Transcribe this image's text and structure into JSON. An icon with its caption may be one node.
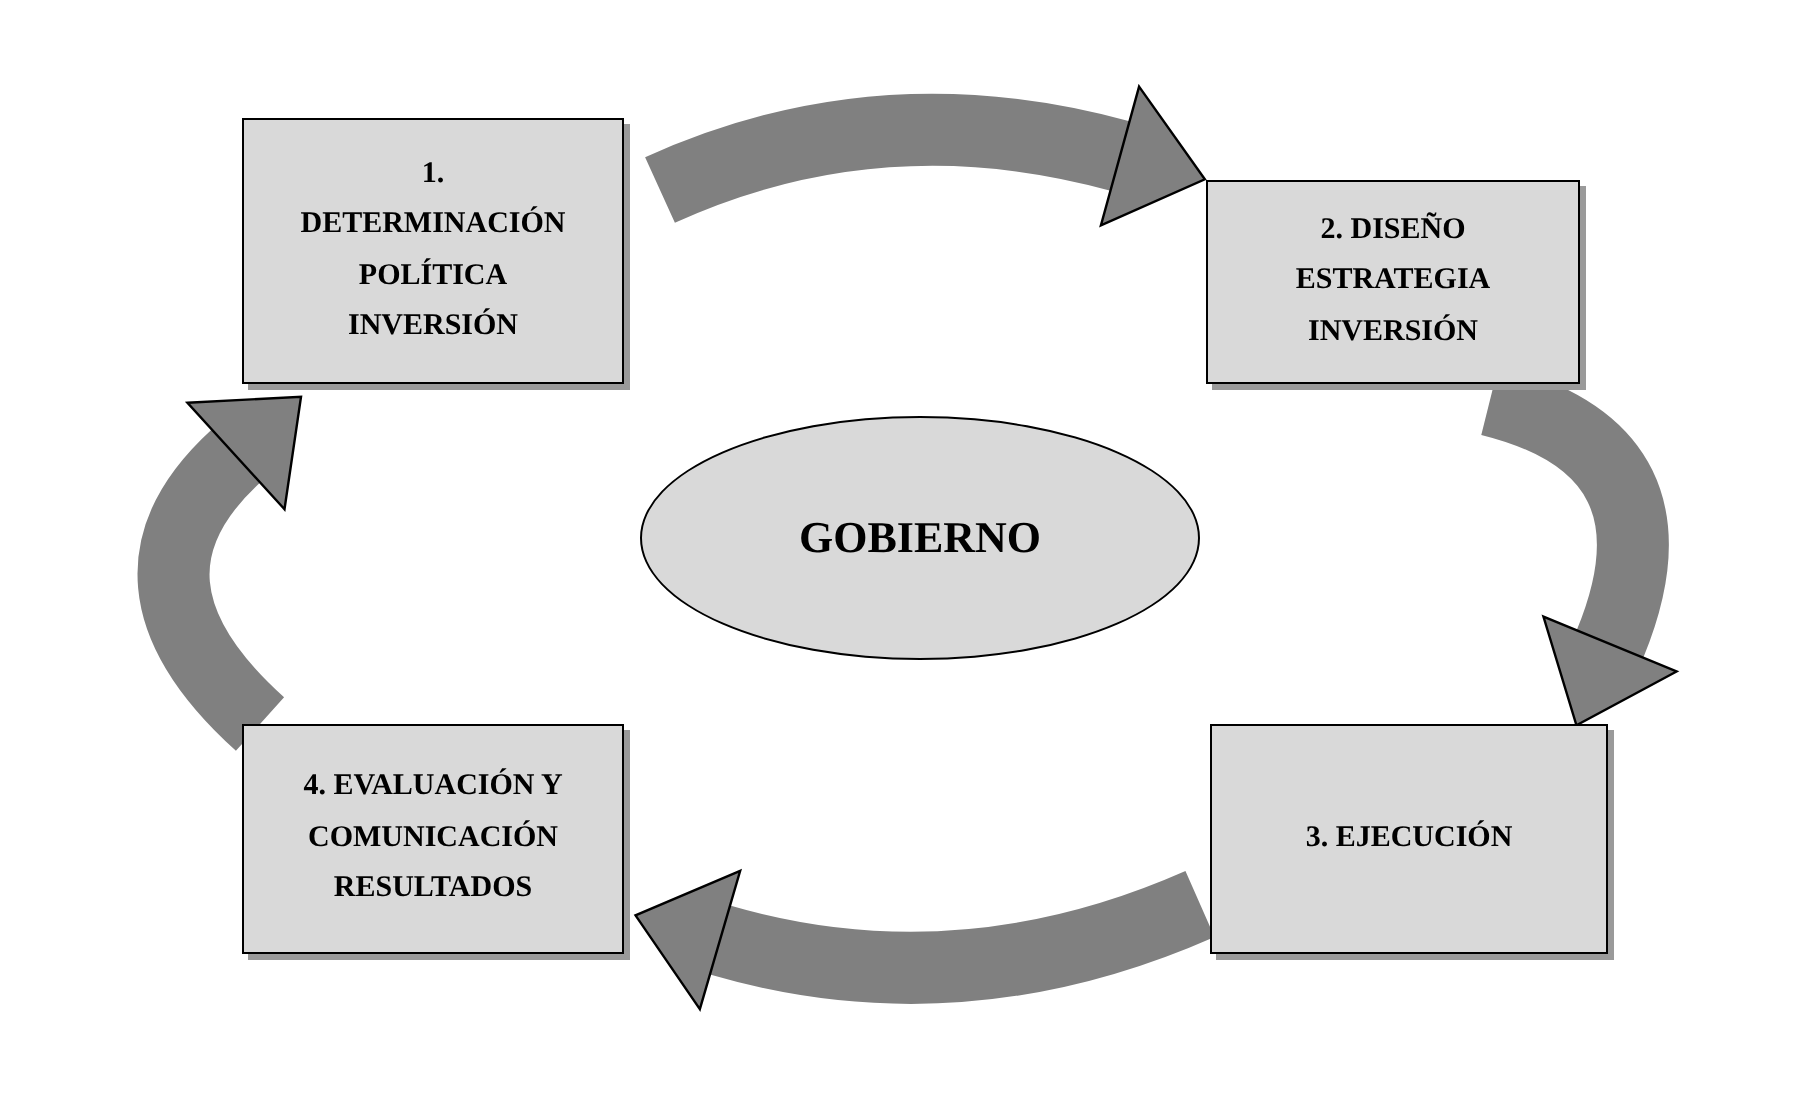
{
  "diagram": {
    "nodes": [
      {
        "text": [
          "1. DETERMINACIÓN POLÍTICA INVERSIÓN"
        ]
      },
      {
        "text": [
          "2. DISEÑO ESTRATEGIA INVERSIÓN"
        ]
      },
      {
        "text": [
          "GOBIERNO"
        ]
      },
      {
        "text": [
          "3. EJECUCIÓN"
        ]
      },
      {
        "text": [
          "4. EVALUACIÓN Y COMUNICACIÓN RESULTADOS"
        ]
      }
    ],
    "edges": [
      {
        "from": 0,
        "to": 1,
        "arrow": "to"
      },
      {
        "from": 1,
        "to": 3,
        "arrow": "to"
      },
      {
        "from": 3,
        "to": 4,
        "arrow": "to"
      },
      {
        "from": 4,
        "to": 0,
        "arrow": "to"
      }
    ]
  }
}
